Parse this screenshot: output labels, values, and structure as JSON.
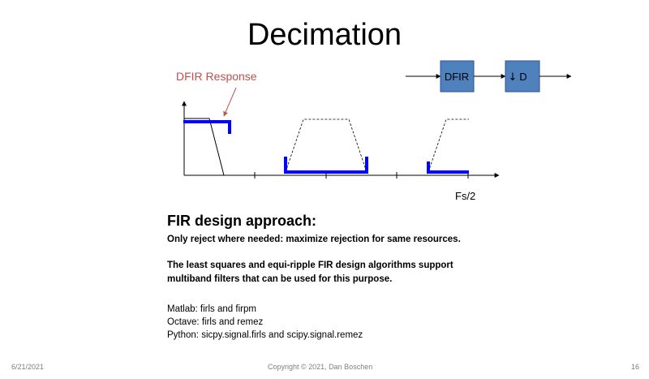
{
  "slide": {
    "title": "Decimation",
    "annotation": "DFIR Response",
    "fs_label": "Fs/2",
    "block": {
      "box1_label": "DFIR",
      "box2_arrow": "↓",
      "box2_letter": "D"
    },
    "section_heading": "FIR design approach:",
    "bold_line1": "Only reject where needed: maximize rejection for same resources.",
    "bold_line2": "The least squares and equi-ripple FIR design algorithms support",
    "bold_line3": "multiband filters that can be used for this purpose.",
    "tool_lines": [
      "Matlab: firls and firpm",
      "Octave: firls and remez",
      "Python: sicpy.signal.firls and scipy.signal.remez"
    ],
    "footer": {
      "date": "6/21/2021",
      "copyright": "Copyright © 2021, Dan Boschen",
      "page": "16"
    }
  },
  "colors": {
    "box_fill": "#4f81bd",
    "box_stroke": "#2f528f",
    "filter_blue": "#0000ff",
    "annotation_red": "#c0504d",
    "footer_gray": "#7f7f7f"
  }
}
